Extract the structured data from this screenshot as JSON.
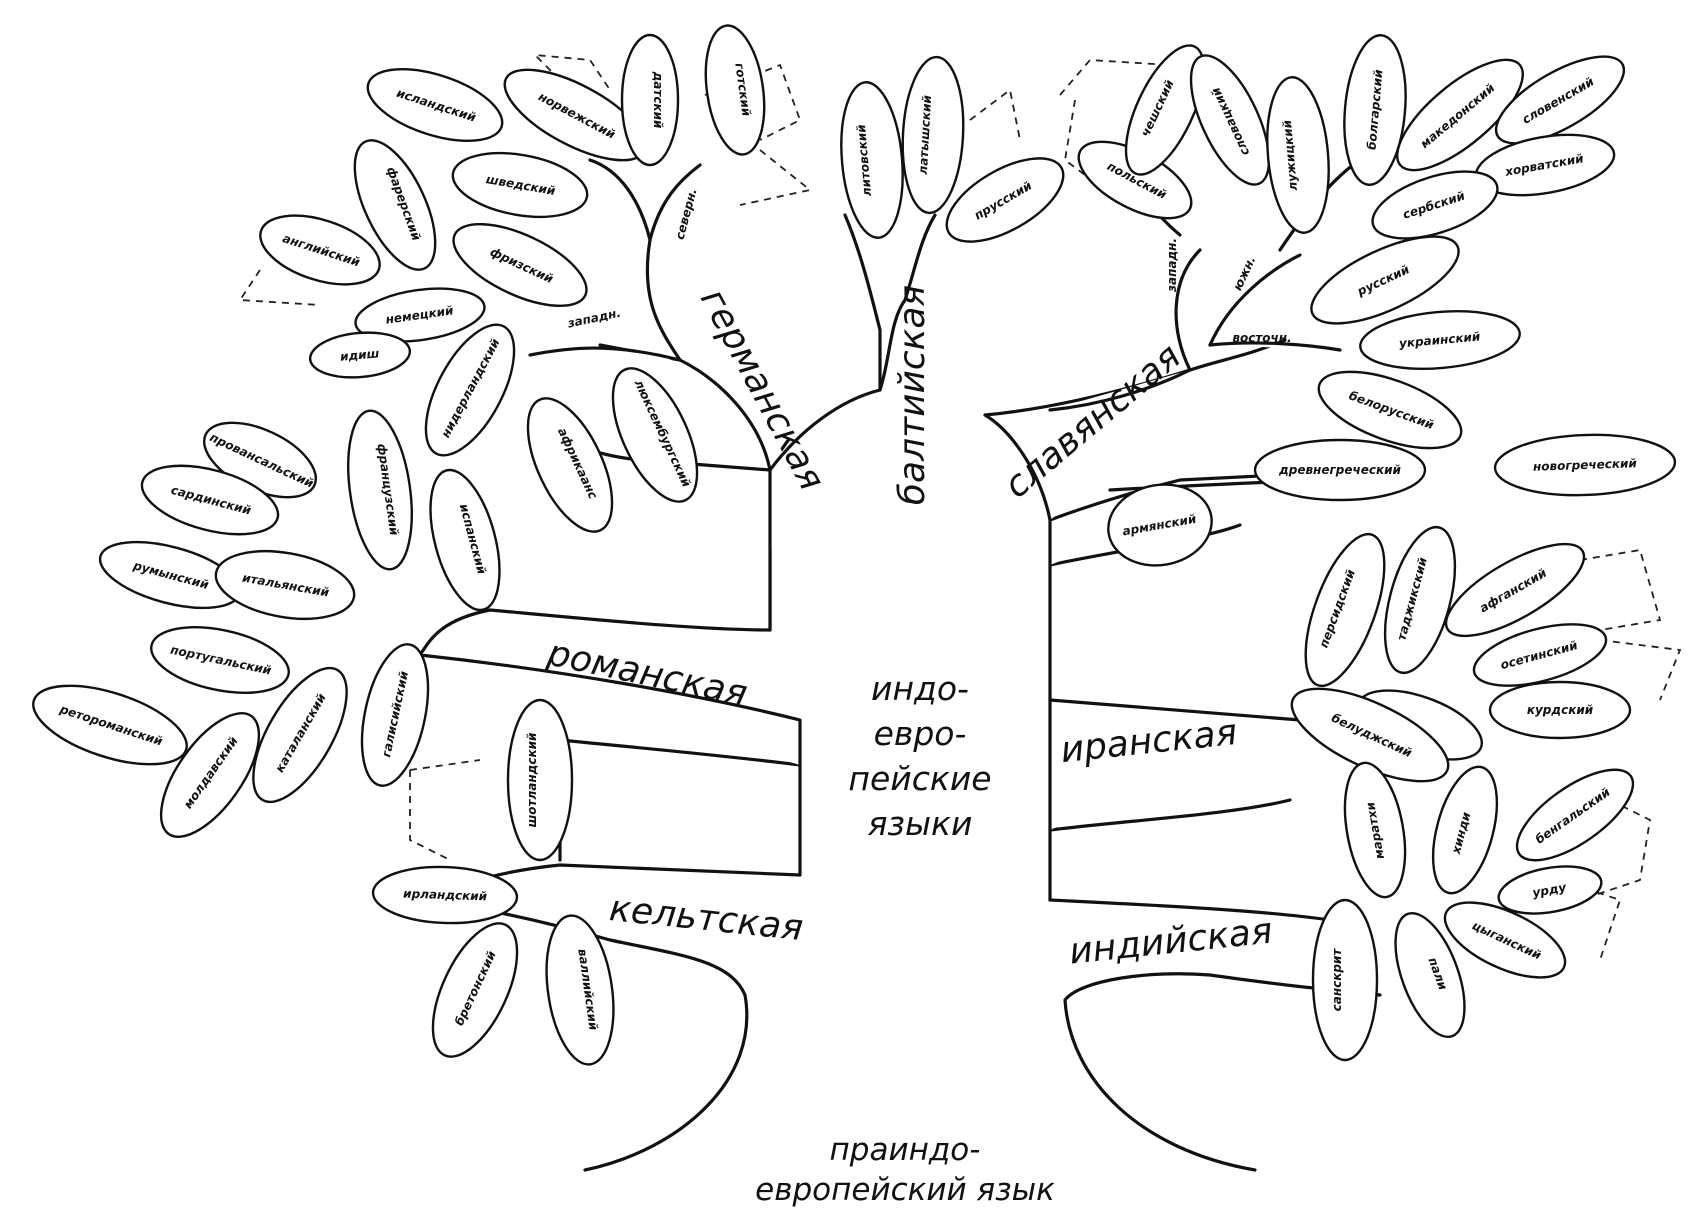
{
  "center_title": [
    "индо-",
    "евро-",
    "пейские",
    "языки"
  ],
  "root_title": [
    "праиндо-",
    "европейский язык"
  ],
  "branches": [
    {
      "key": "germanic",
      "label": "германская",
      "sub_labels": [
        "западн.",
        "северн."
      ],
      "leaves": [
        "исландский",
        "норвежский",
        "шведский",
        "датский",
        "фарерский",
        "готский",
        "английский",
        "фризский",
        "немецкий",
        "нидерландский",
        "идиш",
        "африкаанс",
        "люксембургский"
      ]
    },
    {
      "key": "romance",
      "label": "романская",
      "leaves": [
        "провансальский",
        "сардинский",
        "румынский",
        "итальянский",
        "французский",
        "испанский",
        "португальский",
        "ретороманский",
        "молдавский",
        "каталанский",
        "галисийский"
      ]
    },
    {
      "key": "celtic",
      "label": "кельтская",
      "leaves": [
        "шотландский",
        "ирландский",
        "бретонский",
        "валлийский"
      ]
    },
    {
      "key": "baltic",
      "label": "балтийская",
      "leaves": [
        "литовский",
        "латышский",
        "прусский"
      ]
    },
    {
      "key": "slavic",
      "label": "славянская",
      "sub_labels": [
        "западн.",
        "южн.",
        "восточн."
      ],
      "leaves": [
        "польский",
        "чешский",
        "словацкий",
        "лужицкий",
        "болгарский",
        "македонский",
        "словенский",
        "хорватский",
        "сербский",
        "русский",
        "украинский",
        "белорусский"
      ]
    },
    {
      "key": "greek_armenian",
      "leaves": [
        "древнегреческий",
        "новогреческий",
        "армянский"
      ]
    },
    {
      "key": "iranian",
      "label": "иранская",
      "leaves": [
        "персидский",
        "таджикский",
        "афганский",
        "осетинский",
        "курдский",
        "белуджский"
      ]
    },
    {
      "key": "indian",
      "label": "индийская",
      "leaves": [
        "хинди",
        "бенгальский",
        "маратхи",
        "урду",
        "цыганский",
        "санскрит",
        "пали"
      ]
    }
  ]
}
